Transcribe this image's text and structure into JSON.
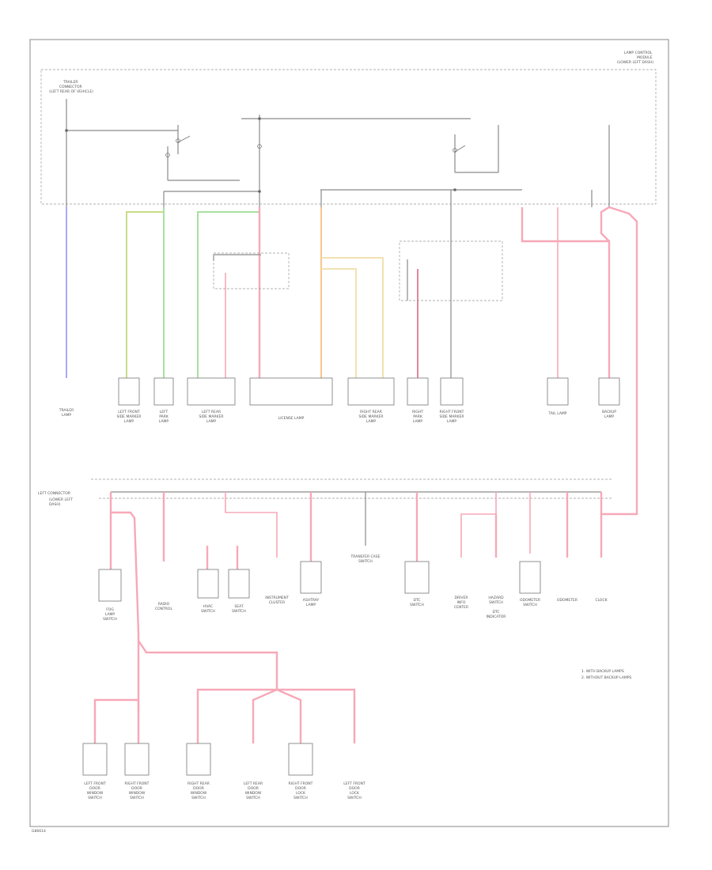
{
  "diagram": {
    "footer_code": "G86614",
    "module_title": [
      "LAMP CONTROL",
      "MODULE",
      "(LOWER LEFT DASH)"
    ],
    "top_left_title": [
      "TRAILER",
      "CONNECTOR",
      "(LEFT REAR OF VEHICLE)"
    ],
    "notes": [
      "1. WITH BACKUP LAMPS",
      "2. WITHOUT BACKUP LAMPS"
    ],
    "bus_label": "LEFT CONNECTOR",
    "bus_sublabel": [
      "(LOWER LEFT",
      "DASH)"
    ],
    "top_components": [
      {
        "label": [
          "TRAILER",
          "LAMP"
        ]
      },
      {
        "label": [
          "LEFT FRONT",
          "SIDE MARKER",
          "LAMP"
        ]
      },
      {
        "label": [
          "LEFT",
          "PARK",
          "LAMP"
        ]
      },
      {
        "label": [
          "LEFT REAR",
          "SIDE MARKER",
          "LAMP"
        ]
      },
      {
        "label": [
          "LICENSE LAMP"
        ]
      },
      {
        "label": [
          "RIGHT REAR",
          "SIDE MARKER",
          "LAMP"
        ]
      },
      {
        "label": [
          "RIGHT",
          "PARK",
          "LAMP"
        ]
      },
      {
        "label": [
          "RIGHT FRONT",
          "SIDE MARKER",
          "LAMP"
        ]
      },
      {
        "label": [
          "TAIL LAMP"
        ]
      },
      {
        "label": [
          "BACKUP",
          "LAMP"
        ]
      }
    ],
    "mid_components": [
      {
        "label": [
          "FOG",
          "LAMP",
          "SWITCH"
        ]
      },
      {
        "label": [
          "RADIO",
          "CONTROL"
        ]
      },
      {
        "label": [
          "HVAC",
          "SWITCH"
        ]
      },
      {
        "label": [
          "SEAT",
          "SWITCH"
        ]
      },
      {
        "label": [
          "INSTRUMENT",
          "CLUSTER"
        ]
      },
      {
        "label": [
          "ASHTRAY",
          "LAMP"
        ]
      },
      {
        "label": [
          "TRANSFER CASE",
          "SWITCH"
        ]
      },
      {
        "label": [
          "DTC",
          "SWITCH"
        ]
      },
      {
        "label": [
          "DRIVER",
          "INFO",
          "CENTER"
        ]
      },
      {
        "label": [
          "HAZARD",
          "SWITCH"
        ]
      },
      {
        "label": [
          "ODOMETER",
          "SWITCH"
        ]
      },
      {
        "label": [
          "DTC",
          "INDICATOR"
        ]
      },
      {
        "label": [
          "ODOMETER"
        ]
      },
      {
        "label": [
          "CLOCK"
        ]
      }
    ],
    "bottom_components": [
      {
        "label": [
          "LEFT FRONT",
          "DOOR",
          "WINDOW",
          "SWITCH"
        ]
      },
      {
        "label": [
          "RIGHT FRONT",
          "DOOR",
          "WINDOW",
          "SWITCH"
        ]
      },
      {
        "label": [
          "RIGHT REAR",
          "DOOR",
          "WINDOW",
          "SWITCH"
        ]
      },
      {
        "label": [
          "LEFT REAR",
          "DOOR",
          "WINDOW",
          "SWITCH"
        ]
      },
      {
        "label": [
          "RIGHT FRONT",
          "DOOR",
          "LOCK",
          "SWITCH"
        ]
      },
      {
        "label": [
          "LEFT FRONT",
          "DOOR",
          "LOCK",
          "SWITCH"
        ]
      }
    ]
  }
}
